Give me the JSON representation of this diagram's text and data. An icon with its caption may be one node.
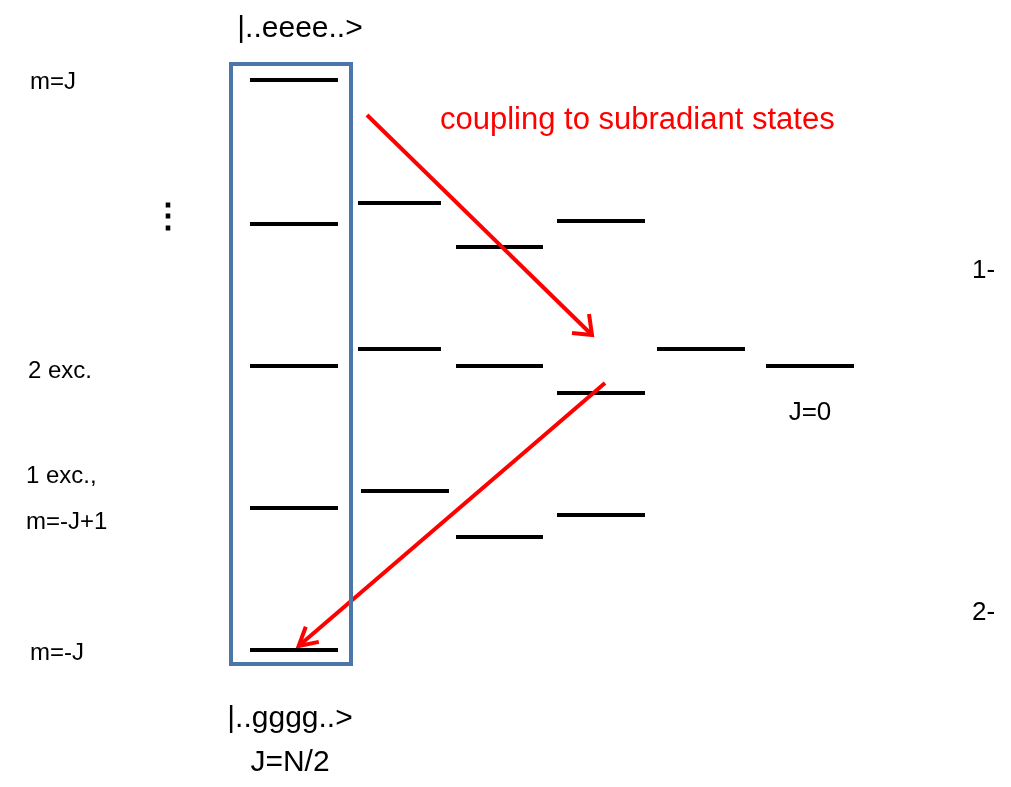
{
  "diagram": {
    "nodes": [
      {
        "text": [],
        "shape": "box"
      },
      {
        "text": [],
        "shape": "bar",
        "in": 0
      }
    ],
    "edges": [
      {
        "from": null,
        "to": 1,
        "arrow": "to"
      }
    ],
    "labels": [
      "|..eeee..>",
      "m=J",
      "coupling to subradiant states",
      "⋮",
      "1-",
      "2 exc.",
      "J=0",
      "1 exc., m=-J+1",
      "2-",
      "m=-J",
      "|..gggg..>",
      "J=N/2"
    ]
  }
}
